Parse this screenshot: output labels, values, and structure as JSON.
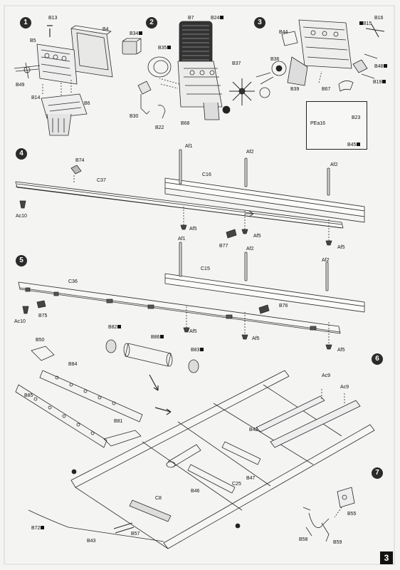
{
  "page": {
    "number": "3"
  },
  "steps": [
    {
      "num": "1"
    },
    {
      "num": "2"
    },
    {
      "num": "3"
    },
    {
      "num": "4"
    },
    {
      "num": "5"
    },
    {
      "num": "6"
    },
    {
      "num": "7"
    }
  ],
  "labels": {
    "b13": "B13",
    "b4": "B4",
    "b5": "B5",
    "b49": "B49",
    "b14": "B14",
    "b6": "B6",
    "b34": "B34",
    "b7": "B7",
    "b24": "B24",
    "b35": "B35",
    "b30": "B30",
    "b22": "B22",
    "b68": "B68",
    "b44": "B44",
    "b16": "B16",
    "b15": "B15",
    "b36": "B36",
    "b37": "B37",
    "b39": "B39",
    "b48": "B48",
    "b19": "B19",
    "b67": "B67",
    "b23": "B23",
    "pea16": "PEa16",
    "b45": "B45",
    "af1_a": "Af1",
    "af2_a": "Af2",
    "af2_b": "Af2",
    "b74": "B74",
    "c16": "C16",
    "c37": "C37",
    "ac10_a": "Ac10",
    "af5_a": "Af5",
    "af5_b": "Af5",
    "af5_c": "Af5",
    "b77": "B77",
    "af1_b": "Af1",
    "af2_c": "Af2",
    "af2_d": "Af2",
    "c15": "C15",
    "c36": "C36",
    "b76": "B76",
    "b75": "B75",
    "ac10_b": "Ac10",
    "af5_d": "Af5",
    "af5_e": "Af5",
    "af5_f": "Af5",
    "b82": "B82",
    "b86": "B86",
    "b83": "B83",
    "b50": "B50",
    "b84": "B84",
    "b85": "B85",
    "b81": "B81",
    "ac9_a": "Ac9",
    "ac9_b": "Ac9",
    "b42": "B42",
    "b47": "B47",
    "c25": "C25",
    "b46": "B46",
    "c8": "C8",
    "b72": "B72",
    "b43": "B43",
    "b57": "B57",
    "b55": "B55",
    "b58": "B58",
    "b59": "B59"
  }
}
